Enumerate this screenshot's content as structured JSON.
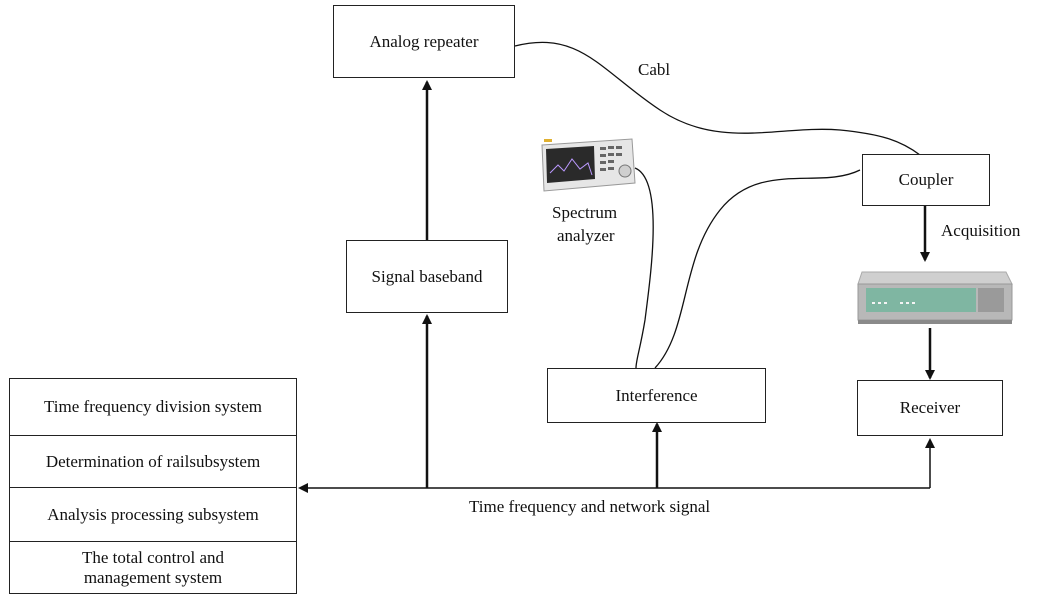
{
  "boxes": {
    "analog_repeater": "Analog repeater",
    "signal_baseband": "Signal baseband",
    "coupler": "Coupler",
    "interference": "Interference",
    "receiver": "Receiver"
  },
  "labels": {
    "cable": "Cabl",
    "acquisition": "Acquisition",
    "spectrum_line1": "Spectrum",
    "spectrum_line2": "analyzer",
    "bus_signal": "Time frequency and network signal"
  },
  "system_stack": [
    "Time frequency division system",
    "Determination of railsubsystem",
    "Analysis processing subsystem",
    "The total control and management system"
  ]
}
